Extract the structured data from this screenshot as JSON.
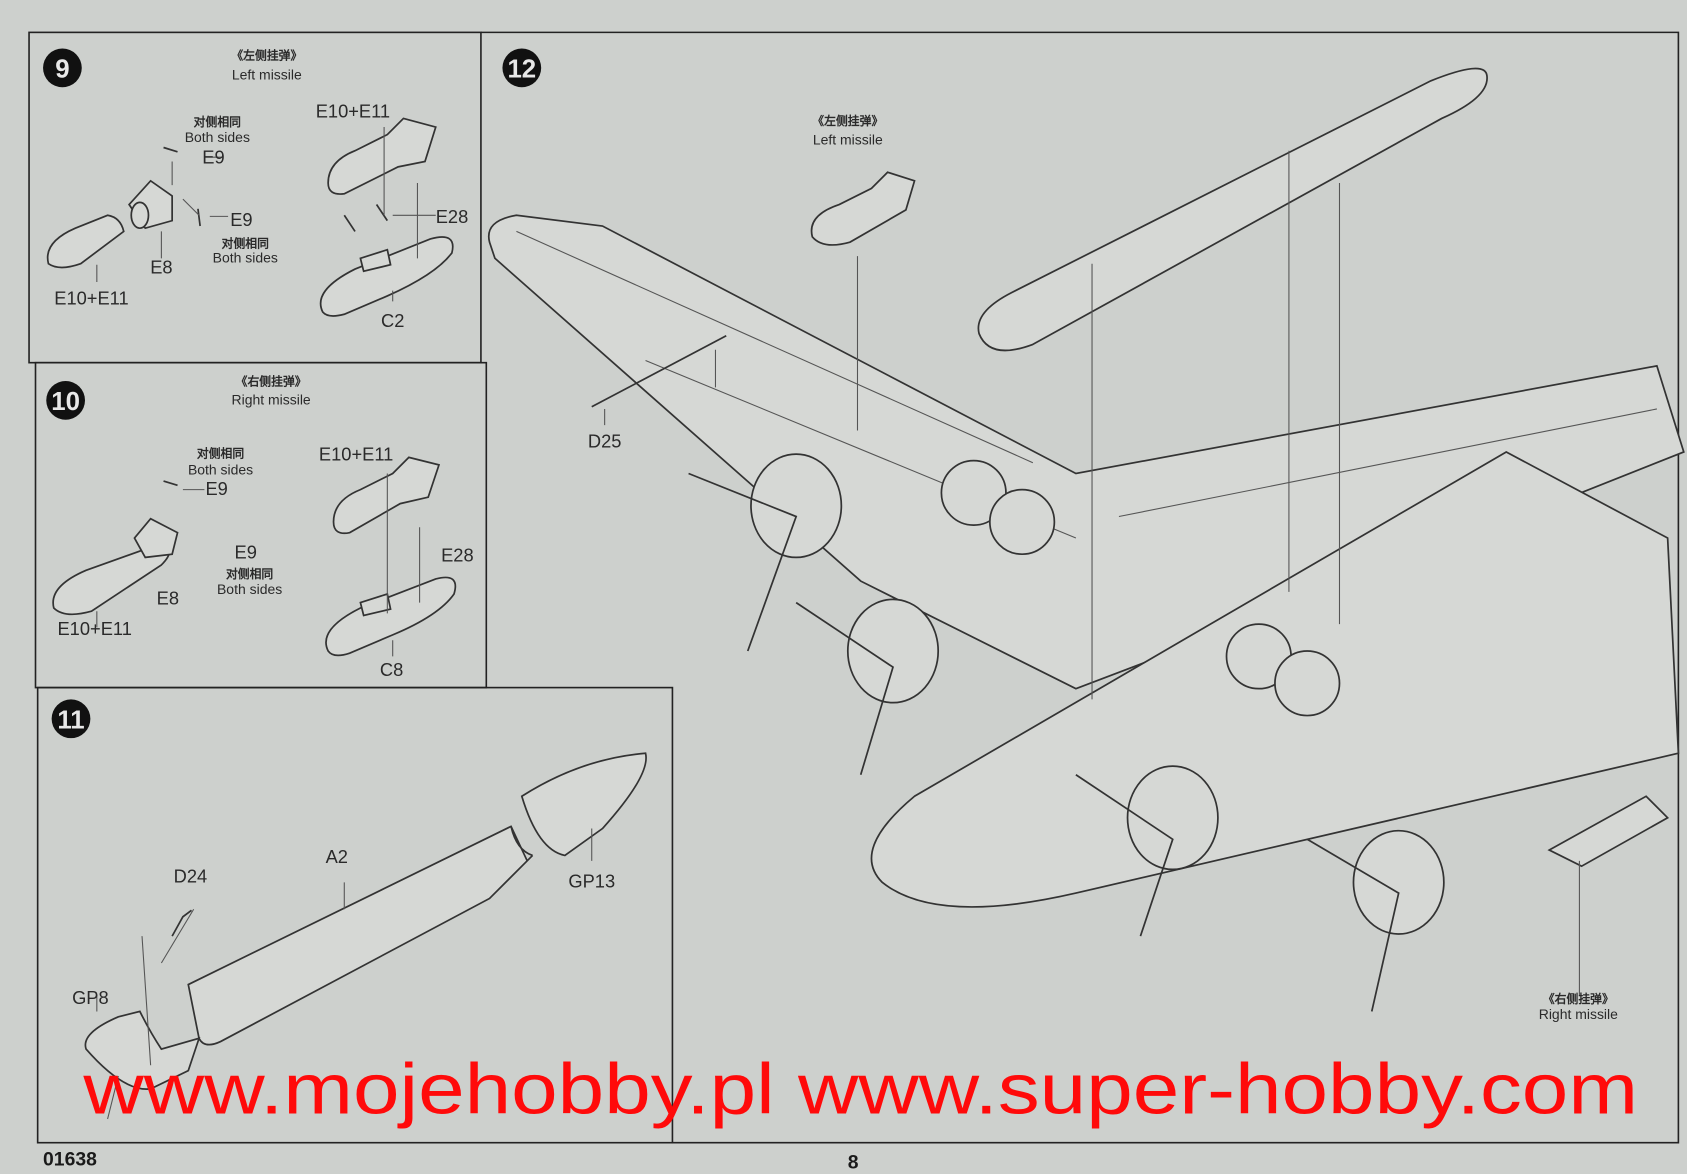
{
  "steps": [
    {
      "number": "9",
      "title_cn": "《左侧挂弹》",
      "title_en": "Left missile",
      "labels": {
        "both_sides_cn": "对侧相同",
        "both_sides": "Both sides",
        "e9": "E9",
        "e9b": "E9",
        "both_sides_cn2": "对侧相同",
        "both_sides2": "Both sides",
        "e8": "E8",
        "e10e11_left": "E10+E11",
        "e10e11_right": "E10+E11",
        "e28": "E28",
        "c2": "C2"
      }
    },
    {
      "number": "10",
      "title_cn": "《右侧挂弹》",
      "title_en": "Right missile",
      "labels": {
        "both_sides_cn": "对侧相同",
        "both_sides": "Both sides",
        "e9": "E9",
        "e9b": "E9",
        "both_sides_cn2": "对侧相同",
        "both_sides2": "Both sides",
        "e8": "E8",
        "e10e11_left": "E10+E11",
        "e10e11_right": "E10+E11",
        "e28": "E28",
        "c8": "C8"
      }
    },
    {
      "number": "11",
      "labels": {
        "d24": "D24",
        "a2": "A2",
        "gp13": "GP13",
        "gp8": "GP8"
      }
    },
    {
      "number": "12",
      "labels": {
        "left_cn": "《左侧挂弹》",
        "left": "Left missile",
        "d25": "D25",
        "right_cn": "《右侧挂弹》",
        "right": "Right missile"
      }
    }
  ],
  "watermark": "www.mojehobby.pl www.super-hobby.com",
  "footer": {
    "kit_number": "01638",
    "page_number": "8"
  }
}
